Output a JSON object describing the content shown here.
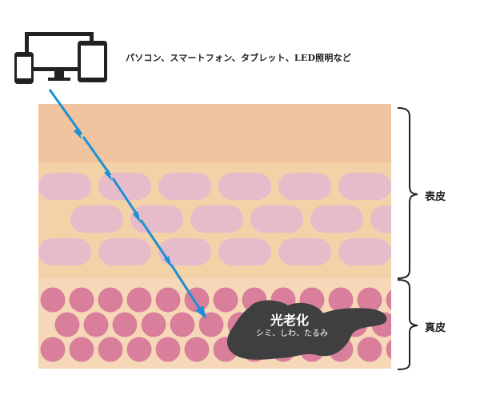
{
  "devices": {
    "label": "パソコン、スマートフォン、タブレット、LED照明など",
    "icons": [
      "monitor-icon",
      "laptop-icon",
      "tablet-icon",
      "smartphone-icon"
    ]
  },
  "layers": {
    "epidermis_label": "表皮",
    "dermis_label": "真皮"
  },
  "damage": {
    "title": "光老化",
    "subtitle": "シミ、しわ、たるみ"
  },
  "colors": {
    "epidermis_top": "#f0c49e",
    "epidermis_base": "#f3d2a8",
    "epidermis_cells": "#e6bccb",
    "dermis_base": "#f6d8b8",
    "dermis_cells": "#d97f9b",
    "light_ray": "#1e8fd6",
    "damage_blob": "#3f3f3f"
  }
}
